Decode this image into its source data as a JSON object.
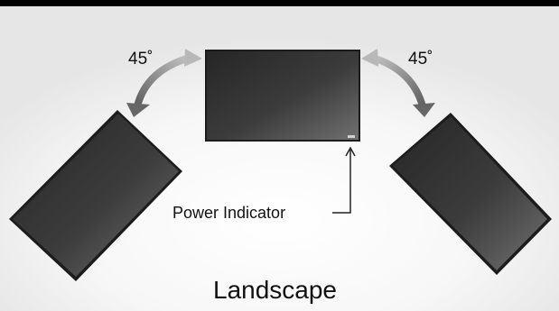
{
  "diagram": {
    "angle_left": "45˚",
    "angle_right": "45˚",
    "power_indicator_label": "Power Indicator",
    "caption": "Landscape"
  },
  "colors": {
    "panel_dark": "#2b2b2b",
    "panel_light": "#6e6e6e",
    "arrow_dark": "#6a6a6a",
    "arrow_light": "#b5b5b5",
    "background": "#ffffff",
    "glow": "#ececec"
  }
}
